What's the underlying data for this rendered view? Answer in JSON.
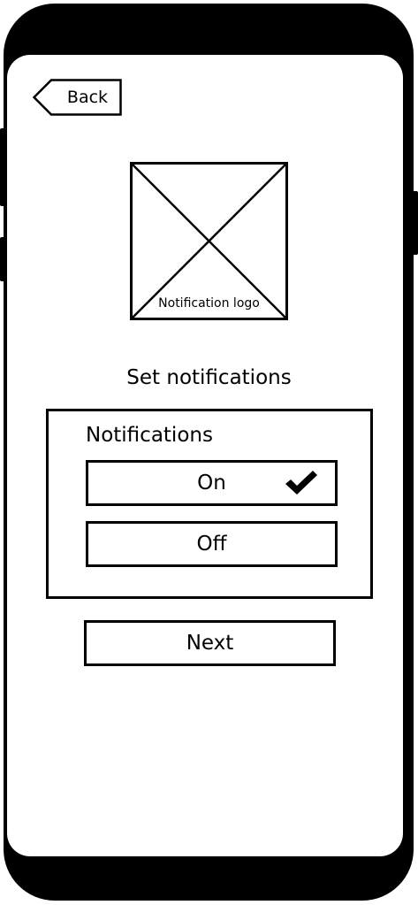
{
  "header": {
    "back_label": "Back"
  },
  "logo": {
    "label": "Notification logo"
  },
  "page": {
    "title": "Set notifications"
  },
  "notifications": {
    "label": "Notifications",
    "options": [
      {
        "label": "On",
        "selected": true
      },
      {
        "label": "Off",
        "selected": false
      }
    ]
  },
  "footer": {
    "next_label": "Next"
  },
  "icons": {
    "back": "back-arrow-icon",
    "check": "checkmark-icon",
    "logo": "image-placeholder-icon"
  },
  "colors": {
    "frame": "#000000",
    "screen": "#ffffff"
  }
}
